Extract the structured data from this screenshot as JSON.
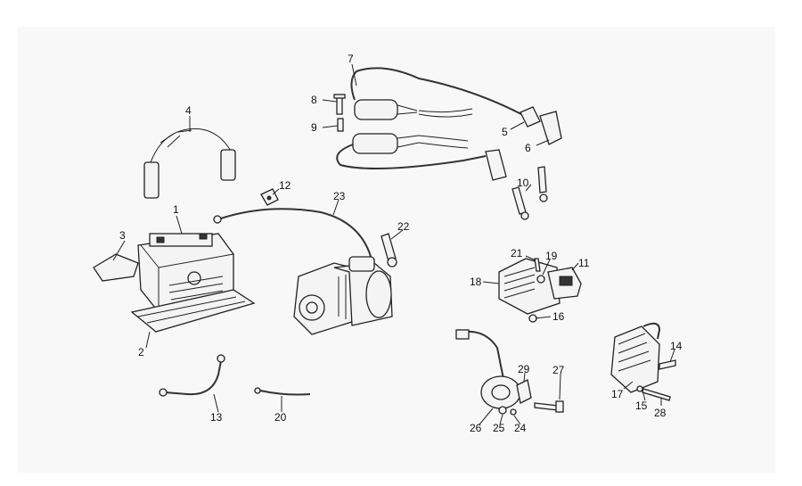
{
  "labels": {
    "p1": "1",
    "p2": "2",
    "p3": "3",
    "p4": "4",
    "p5": "5",
    "p6": "6",
    "p7": "7",
    "p8": "8",
    "p9": "9",
    "p10": "10",
    "p11": "11",
    "p12": "12",
    "p13": "13",
    "p14": "14",
    "p15": "15",
    "p16": "16",
    "p17": "17",
    "p18": "18",
    "p19": "19",
    "p20": "20",
    "p21": "21",
    "p22": "22",
    "p23": "23",
    "p24": "24",
    "p25": "25",
    "p26": "26",
    "p27": "27",
    "p28": "28",
    "p29": "29"
  },
  "colors": {
    "background": "#f8f8f8",
    "ink": "#222222"
  }
}
